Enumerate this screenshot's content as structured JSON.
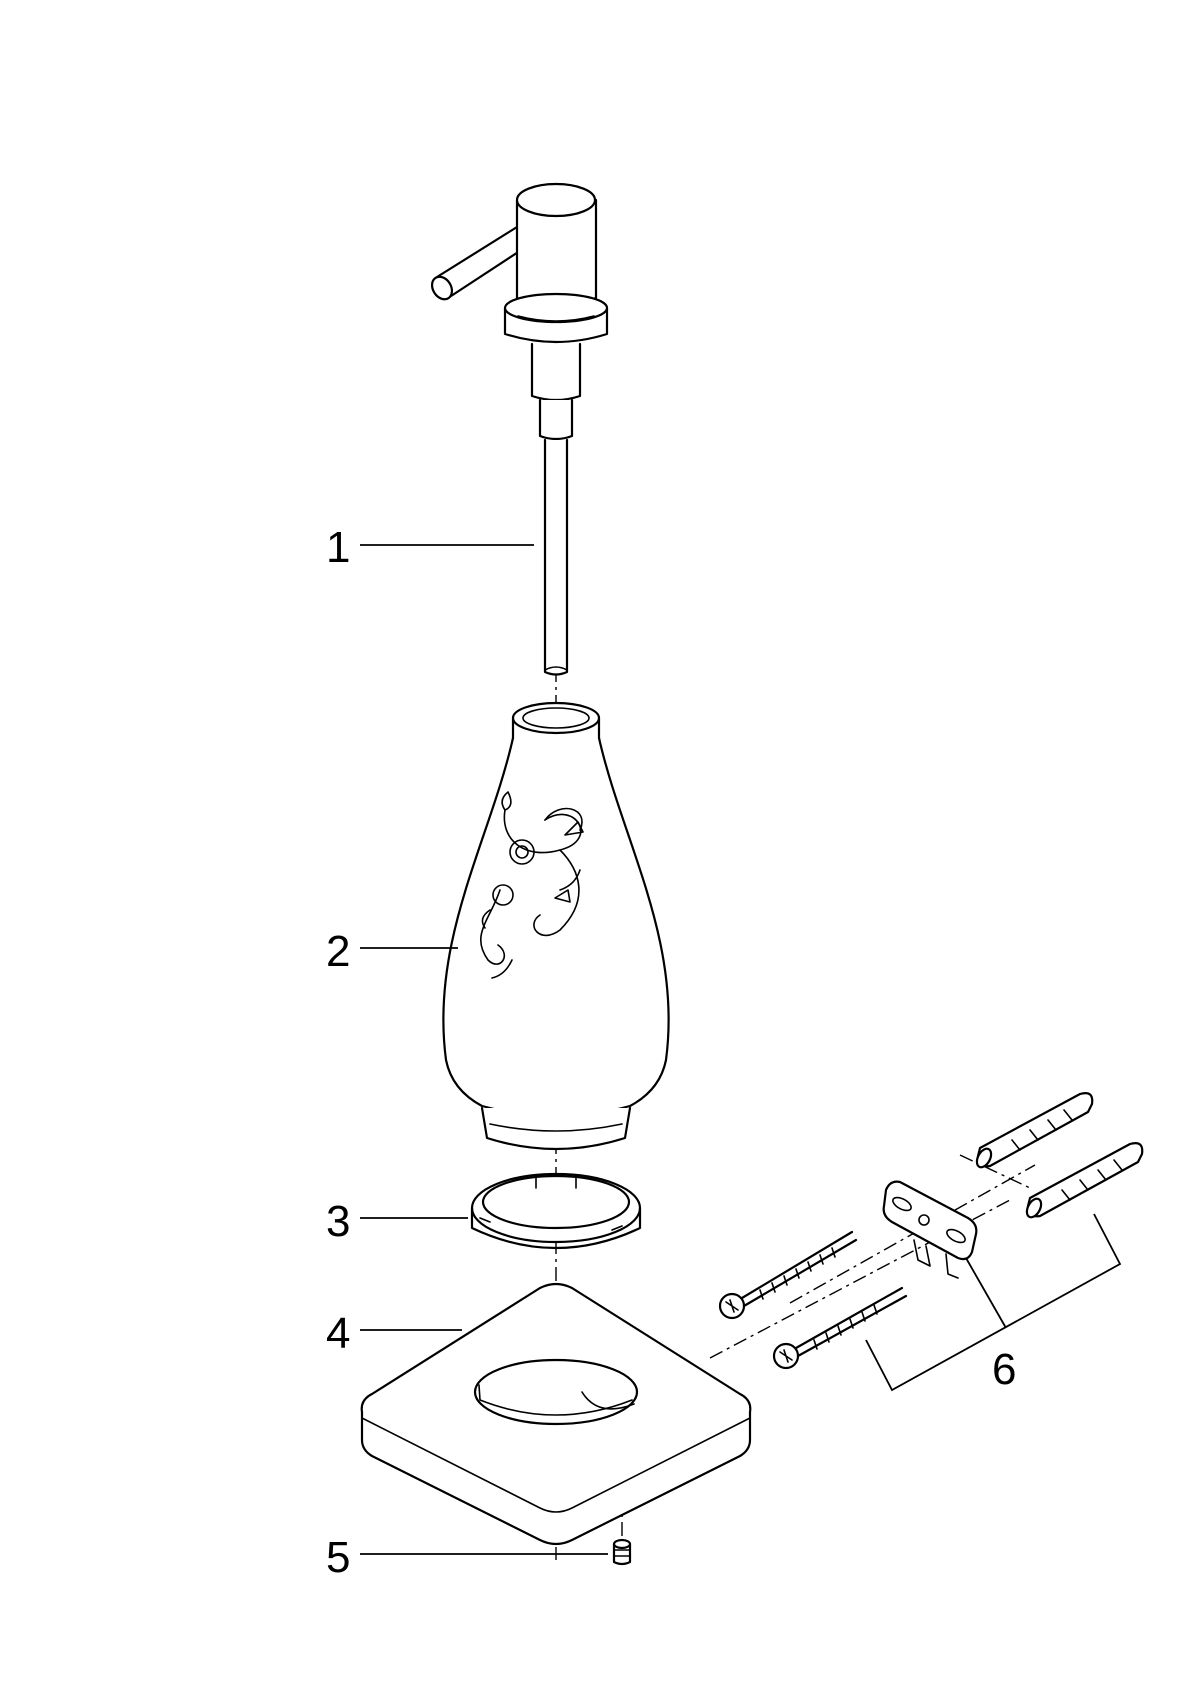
{
  "labels": {
    "part1": "1",
    "part2": "2",
    "part3": "3",
    "part4": "4",
    "part5": "5",
    "part6": "6"
  },
  "icons": {
    "part1": "pump-head-icon",
    "part2": "ceramic-bottle-icon",
    "part3": "retaining-ring-icon",
    "part4": "base-plate-icon",
    "part5": "set-screw-icon",
    "part6": "wall-mounting-kit-icon"
  },
  "colors": {
    "line": "#000000",
    "background": "#ffffff"
  }
}
